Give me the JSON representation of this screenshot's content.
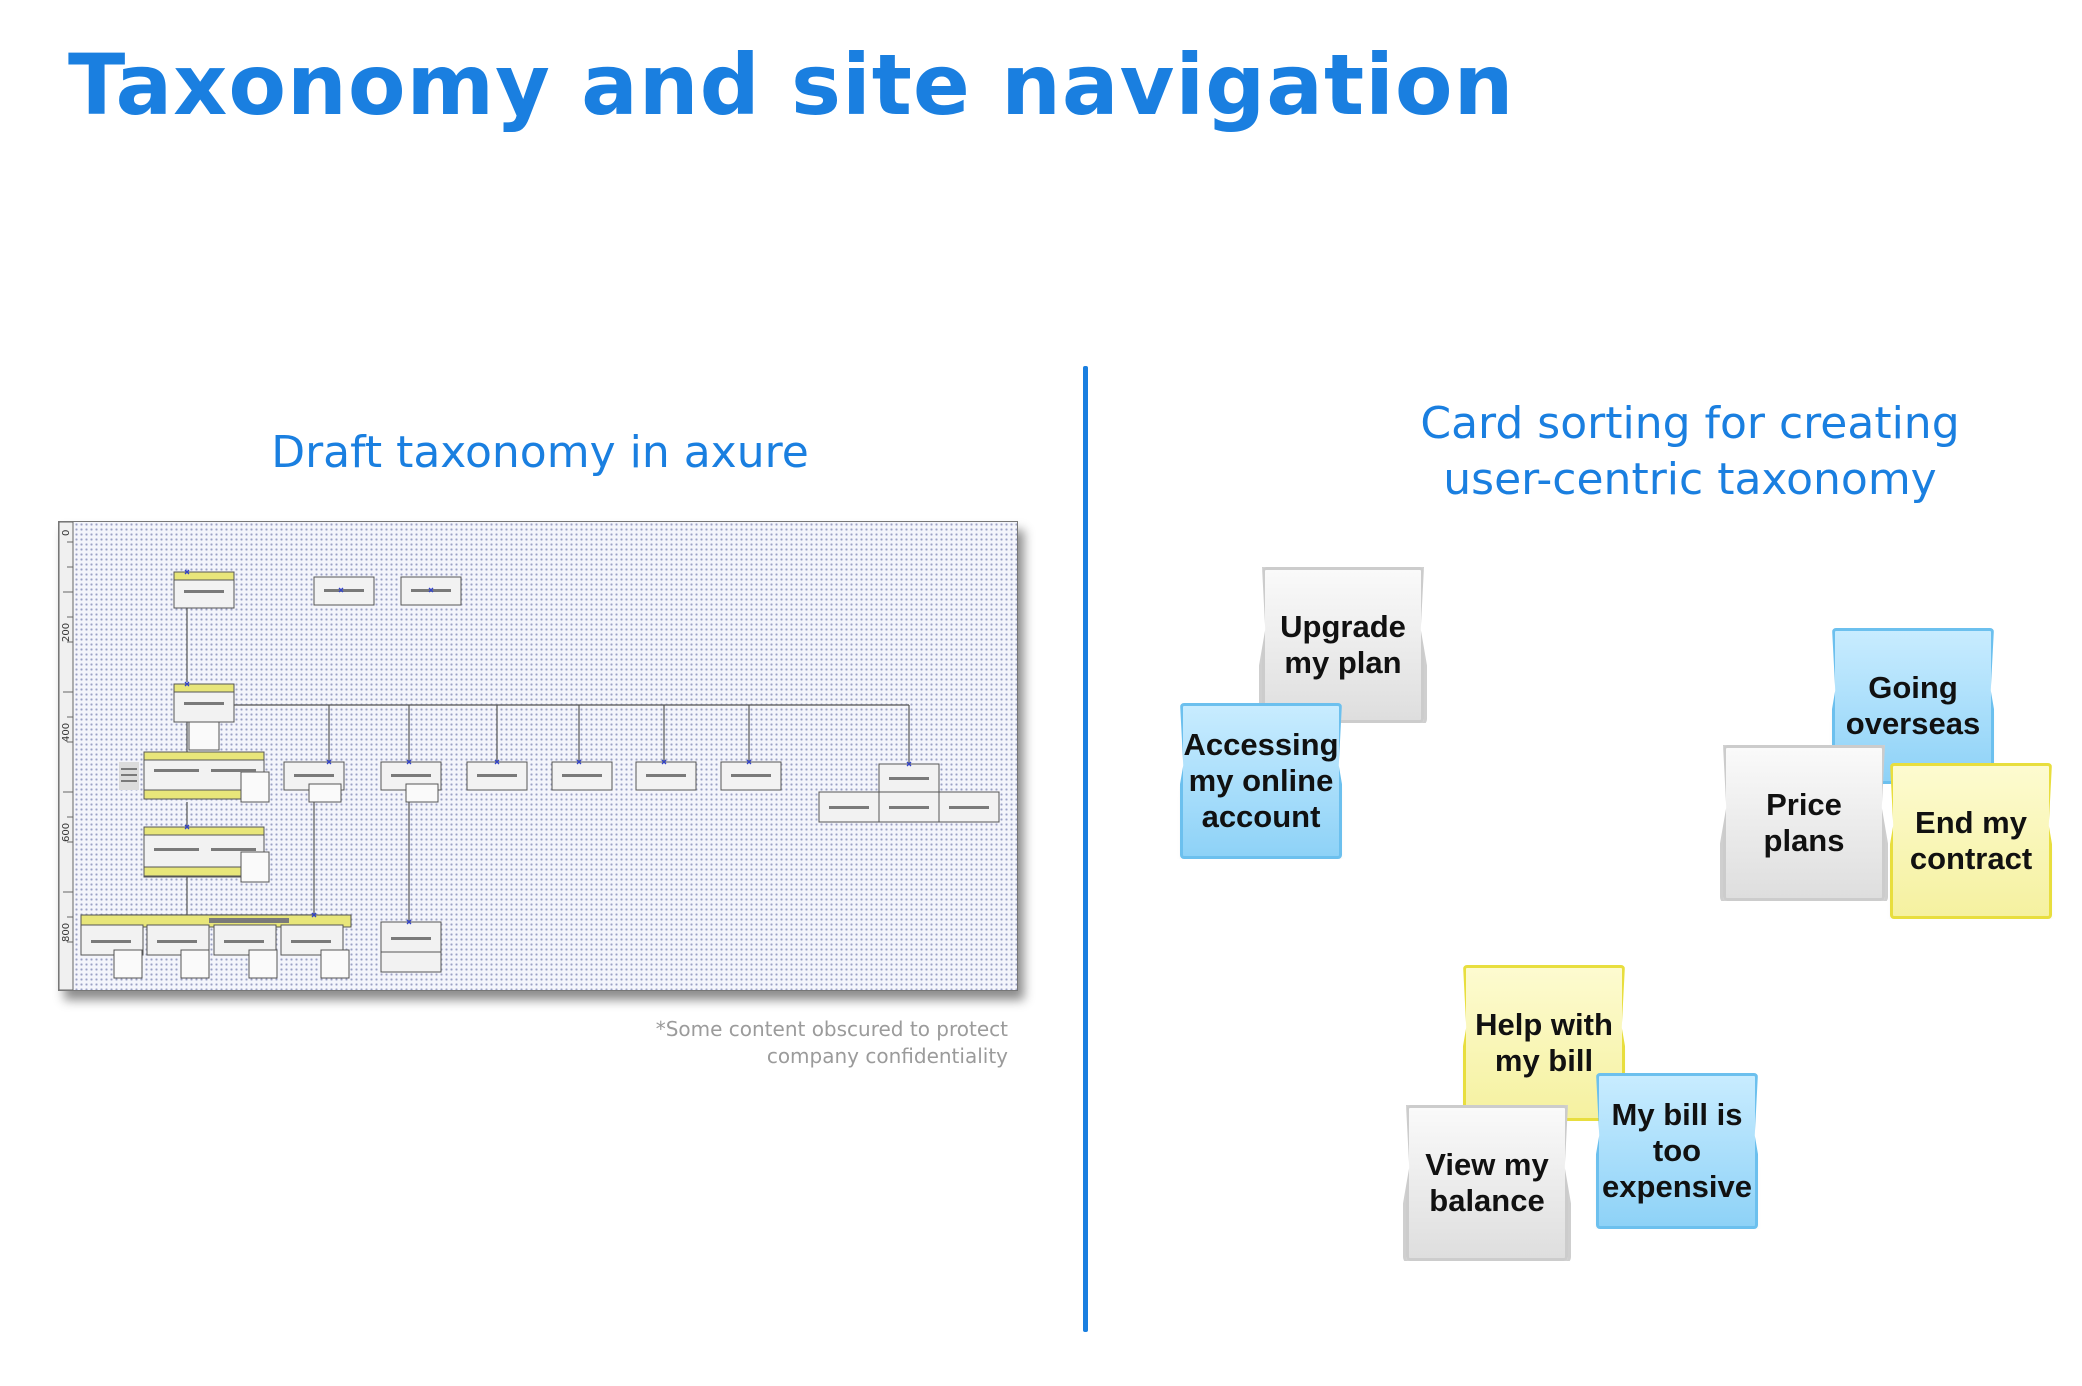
{
  "title": "Taxonomy and site navigation",
  "left_section": {
    "heading": "Draft taxonomy in axure",
    "ruler_labels": [
      "0",
      "200",
      "400",
      "600",
      "800"
    ],
    "note_line1": "*Some content obscured to protect",
    "note_line2": "company confidentiality"
  },
  "right_section": {
    "heading_line1": "Card sorting for creating",
    "heading_line2": "user-centric taxonomy",
    "cards": [
      {
        "text": "Upgrade my plan",
        "color": "gray"
      },
      {
        "text": "Accessing my online account",
        "color": "blue"
      },
      {
        "text": "Going overseas",
        "color": "blue"
      },
      {
        "text": "Price plans",
        "color": "gray"
      },
      {
        "text": "End my contract",
        "color": "yellow"
      },
      {
        "text": "Help with my bill",
        "color": "yellow"
      },
      {
        "text": "View my balance",
        "color": "gray"
      },
      {
        "text": "My bill is too expensive",
        "color": "blue"
      }
    ]
  },
  "colors": {
    "accent": "#1a7fe0",
    "note": "#9b9b9b",
    "card_gray": "#e6e6e6",
    "card_blue": "#a8dcf9",
    "card_yellow": "#f9f5b5"
  }
}
